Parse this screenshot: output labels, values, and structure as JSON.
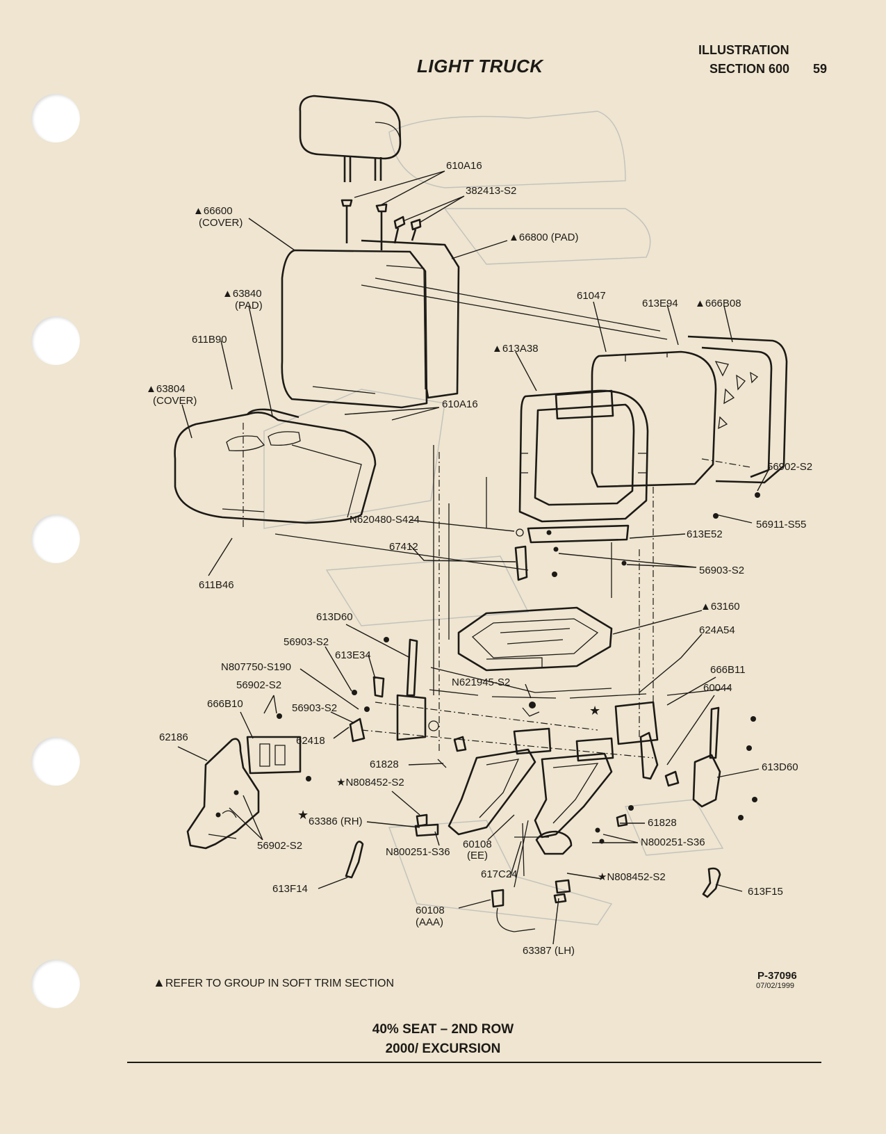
{
  "header": {
    "title": "LIGHT TRUCK",
    "illustration": "ILLUSTRATION",
    "section": "SECTION 600",
    "page_number": "59"
  },
  "labels": [
    "610A16",
    "382413-S2",
    "▲66600",
    "(COVER)",
    "▲66800 (PAD)",
    "▲63840",
    "(PAD)",
    "61047",
    "613E94",
    "▲666B08",
    "611B90",
    "▲613A38",
    "▲63804",
    "(COVER)",
    "610A16",
    "56902-S2",
    "N620480-S424",
    "56911-S55",
    "613E52",
    "67412",
    "56903-S2",
    "611B46",
    "▲63160",
    "613D60",
    "624A54",
    "56903-S2",
    "613E34",
    "666B11",
    "N807750-S190",
    "N621945-S2",
    "60044",
    "56902-S2",
    "666B10",
    "56903-S2",
    "62186",
    "62418",
    "61828",
    "613D60",
    "★N808452-S2",
    "63386 (RH)",
    "61828",
    "N800251-S36",
    "60108",
    "(EE)",
    "N800251-S36",
    "56902-S2",
    "617C24",
    "★N808452-S2",
    "613F14",
    "613F15",
    "60108",
    "(AAA)",
    "63387 (LH)"
  ],
  "footnote": "REFER TO GROUP IN SOFT TRIM SECTION",
  "part_number": "P-37096",
  "date": "07/02/1999",
  "caption": {
    "line1": "40% SEAT – 2ND ROW",
    "line2": "2000/ EXCURSION"
  }
}
